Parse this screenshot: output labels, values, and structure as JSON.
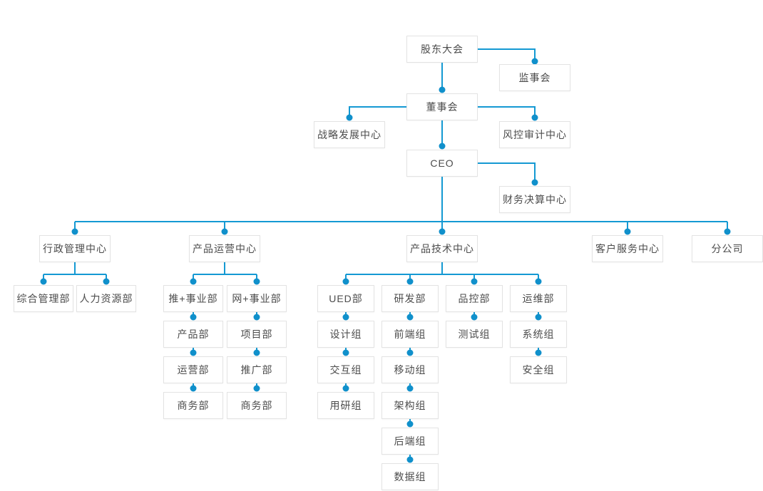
{
  "diagram": {
    "type": "org-chart",
    "accent_color": "#1499d3",
    "dot_color": "#1090cb",
    "box_border_color": "#e3e3e3",
    "box_fill_color": "#ffffff",
    "text_color": "#4c4c4c",
    "background_color": "#ffffff",
    "nodes": {
      "shareholders": "股东大会",
      "supervisory": "监事会",
      "board": "董事会",
      "strategy": "战略发展中心",
      "risk_audit": "风控审计中心",
      "ceo": "CEO",
      "finance": "财务决算中心",
      "admin_center": "行政管理中心",
      "operation_center": "产品运营中心",
      "tech_center": "产品技术中心",
      "service_center": "客户服务中心",
      "branch": "分公司",
      "general_affairs": "综合管理部",
      "hr": "人力资源部",
      "tui_bu": "推+事业部",
      "wang_bu": "网+事业部",
      "product_dept": "产品部",
      "project_dept": "项目部",
      "operation_dept": "运营部",
      "promotion_dept": "推广部",
      "business_dept_1": "商务部",
      "business_dept_2": "商务部",
      "ued_dept": "UED部",
      "rd_dept": "研发部",
      "qc_dept": "品控部",
      "ops_dept": "运维部",
      "design_group": "设计组",
      "frontend_group": "前端组",
      "test_group": "测试组",
      "system_group": "系统组",
      "interaction_group": "交互组",
      "mobile_group": "移动组",
      "security_group": "安全组",
      "user_research_group": "用研组",
      "architecture_group": "架构组",
      "backend_group": "后端组",
      "data_group": "数据组"
    },
    "hierarchy": {
      "shareholders": [
        "supervisory",
        "board"
      ],
      "board": [
        "strategy",
        "risk_audit",
        "ceo"
      ],
      "ceo": [
        "finance",
        "admin_center",
        "operation_center",
        "tech_center",
        "service_center",
        "branch"
      ],
      "admin_center": [
        "general_affairs",
        "hr"
      ],
      "operation_center": [
        "tui_bu",
        "wang_bu"
      ],
      "tui_bu": [
        "product_dept"
      ],
      "product_dept": [
        "operation_dept"
      ],
      "operation_dept": [
        "business_dept_1"
      ],
      "wang_bu": [
        "project_dept"
      ],
      "project_dept": [
        "promotion_dept"
      ],
      "promotion_dept": [
        "business_dept_2"
      ],
      "tech_center": [
        "ued_dept",
        "rd_dept",
        "qc_dept",
        "ops_dept"
      ],
      "ued_dept": [
        "design_group"
      ],
      "design_group": [
        "interaction_group"
      ],
      "interaction_group": [
        "user_research_group"
      ],
      "rd_dept": [
        "frontend_group"
      ],
      "frontend_group": [
        "mobile_group"
      ],
      "mobile_group": [
        "architecture_group"
      ],
      "architecture_group": [
        "backend_group"
      ],
      "backend_group": [
        "data_group"
      ],
      "qc_dept": [
        "test_group"
      ],
      "ops_dept": [
        "system_group"
      ],
      "system_group": [
        "security_group"
      ]
    }
  }
}
